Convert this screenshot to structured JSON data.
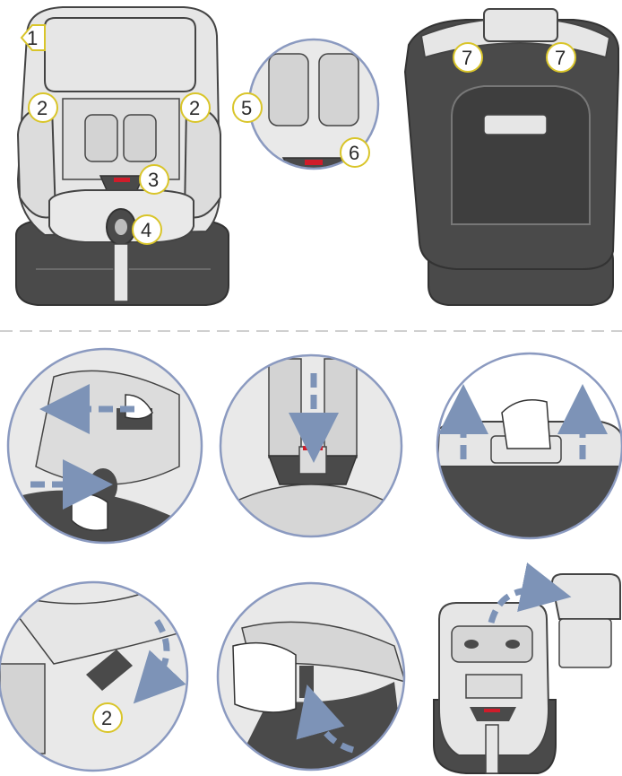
{
  "colors": {
    "seat_light": "#e6e6e6",
    "seat_mid": "#d3d3d3",
    "seat_dark": "#4a4a4a",
    "outline": "#444444",
    "callout_stroke": "#d9c52a",
    "arrow": "#7d93b7",
    "circle_ring": "#8b9ac0",
    "buckle_red": "#d01c2a",
    "divider": "#cfcfcf"
  },
  "callouts": {
    "headrest": "1",
    "shoulder_left": "2",
    "shoulder_right": "2",
    "buckle": "3",
    "adjuster": "4",
    "harness_pad": "5",
    "buckle_detail": "6",
    "back_left": "7",
    "back_right": "7",
    "step_two": "2"
  },
  "icons": {
    "arrow": "dashed-arrow-icon",
    "hand": "hand-icon"
  }
}
